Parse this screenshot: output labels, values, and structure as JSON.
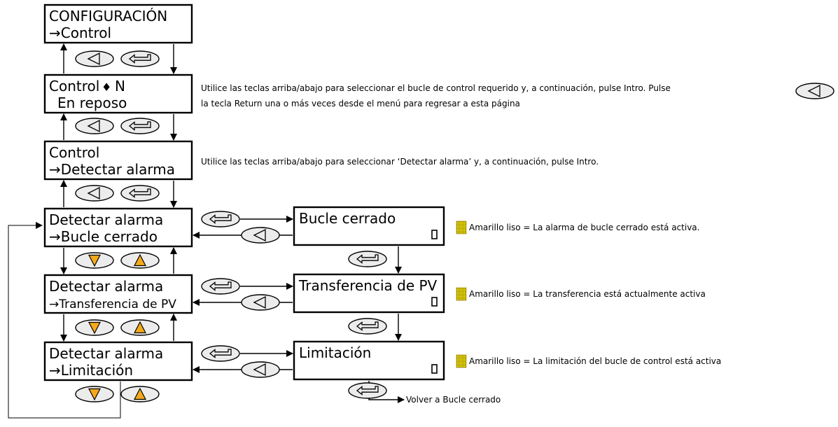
{
  "screens": {
    "configuracion": {
      "line1": "CONFIGURACIÓN",
      "line2": "→Control"
    },
    "control_select": {
      "line1": "Control",
      "selector": "♦",
      "loop": "N",
      "line2": "En reposo"
    },
    "control_detect": {
      "line1": "Control",
      "line2": "→Detectar alarma"
    },
    "detect_bucle": {
      "line1": "Detectar alarma",
      "line2": "→Bucle cerrado"
    },
    "detect_transfer": {
      "line1": "Detectar alarma",
      "line2": "→Transferencia de PV"
    },
    "detect_limit": {
      "line1": "Detectar alarma",
      "line2": "→Limitación"
    },
    "result_bucle": {
      "title": "Bucle cerrado"
    },
    "result_transfer": {
      "title": "Transferencia de PV"
    },
    "result_limit": {
      "title": "Limitación"
    }
  },
  "notes": {
    "control_select_line1": "Utilice las teclas arriba/abajo para seleccionar el bucle de control requerido y, a continuación, pulse Intro.  Pulse",
    "control_select_line2": "la tecla Return una o más veces desde el menú para regresar a esta página",
    "control_detect": "Utilice las teclas arriba/abajo para seleccionar ‘Detectar alarma’ y, a continuación, pulse Intro.",
    "bucle_status": "Amarillo liso = La alarma de bucle cerrado está activa.",
    "transfer_status": "Amarillo liso = La transferencia está actualmente activa",
    "limit_status": "Amarillo liso = La limitación del bucle de control está activa",
    "return_label": "Volver a Bucle cerrado"
  },
  "colors": {
    "key_fill": "#ececec",
    "arrow_key_fill": "#f4a91c",
    "status_indicator": "#e8d80a"
  },
  "icons": {
    "back_key": "back-key-icon",
    "enter_key": "enter-key-icon",
    "down_key": "down-key-icon",
    "up_key": "up-key-icon",
    "status_indicator": "yellow-grid-indicator-icon"
  }
}
